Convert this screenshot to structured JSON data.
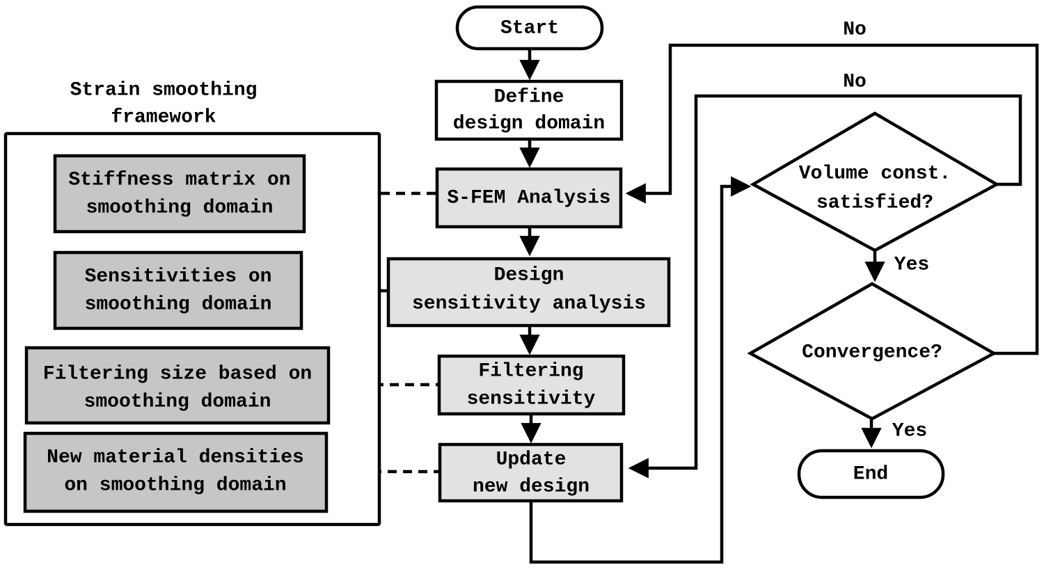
{
  "diagram": {
    "colors": {
      "background": "#ffffff",
      "line": "#000000",
      "white_fill": "#ffffff",
      "light_gray_fill": "#e2e2e2",
      "medium_gray_fill": "#c6c6c6"
    },
    "framework": {
      "title_line1": "Strain smoothing",
      "title_line2": "framework"
    },
    "nodes": {
      "start": {
        "label": "Start"
      },
      "define": {
        "line1": "Define",
        "line2": "design domain"
      },
      "sfem": {
        "label": "S-FEM Analysis"
      },
      "sensitivity": {
        "line1": "Design",
        "line2": "sensitivity analysis"
      },
      "filtering": {
        "line1": "Filtering",
        "line2": "sensitivity"
      },
      "update": {
        "line1": "Update",
        "line2": "new design"
      },
      "volume": {
        "line1": "Volume const.",
        "line2": "satisfied?"
      },
      "convergence": {
        "label": "Convergence?"
      },
      "end": {
        "label": "End"
      }
    },
    "framework_nodes": {
      "stiffness": {
        "line1": "Stiffness matrix on",
        "line2": "smoothing domain"
      },
      "sensitivities": {
        "line1": "Sensitivities on",
        "line2": "smoothing domain"
      },
      "filter_size": {
        "line1": "Filtering size based on",
        "line2": "smoothing domain"
      },
      "densities": {
        "line1": "New material densities",
        "line2": "on smoothing domain"
      }
    },
    "edge_labels": {
      "convergence_no": "No",
      "volume_no": "No",
      "volume_yes": "Yes",
      "convergence_yes": "Yes"
    }
  }
}
